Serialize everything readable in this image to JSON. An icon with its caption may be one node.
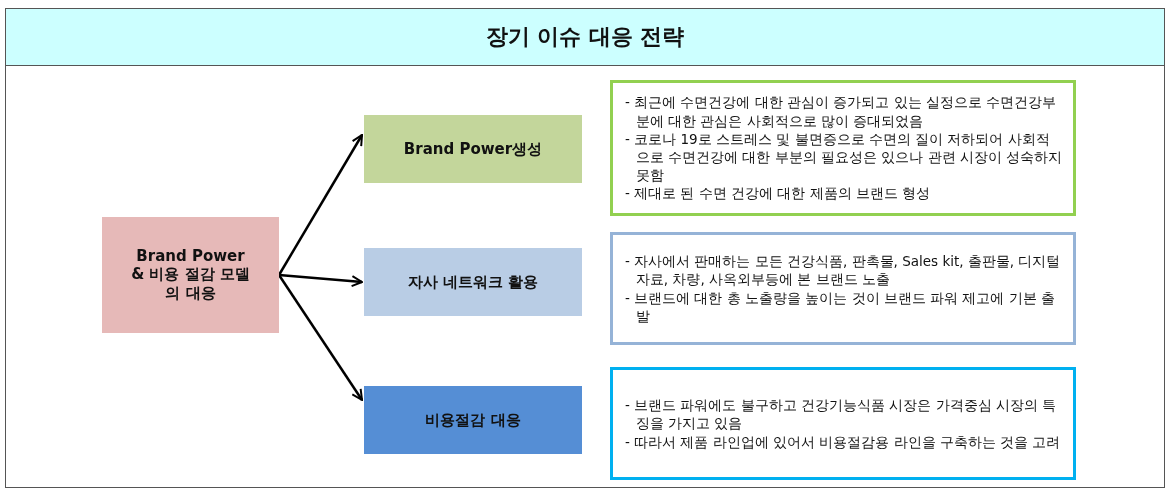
{
  "diagram": {
    "title": "장기 이슈 대응 전략",
    "nodes": [
      {
        "text": [
          "Brand Power & 비용 절감 모델의 대응"
        ]
      },
      {
        "text": [
          "Brand Power생성"
        ]
      },
      {
        "text": [
          "자사 네트워크 활용"
        ]
      },
      {
        "text": [
          "비용절감 대응"
        ]
      },
      {
        "text": [
          "- 최근에 수면건강에 대한 관심이 증가되고 있는 실정으로 수면건강부분에 대한 관심은 사회적으로 많이 증대되었음",
          "- 코로나 19로 스트레스 및 불면증으로 수면의 질이 저하되어 사회적으로 수면건강에 대한 부분의 필요성은 있으나 관련 시장이 성숙하지 못함",
          "- 제대로 된 수면 건강에 대한 제품의 브랜드 형성"
        ]
      },
      {
        "text": [
          "- 자사에서 판매하는 모든 건강식품, 판촉물, Sales kit, 출판물, 디지털자료, 차량, 사옥외부등에 본 브랜드 노출",
          "- 브랜드에 대한 총 노출량을 높이는 것이 브랜드 파워 제고에 기본 출발"
        ]
      },
      {
        "text": [
          "- 브랜드 파워에도 불구하고 건강기능식품 시장은 가격중심 시장의 특징을 가지고 있음",
          "- 따라서 제품 라인업에 있어서 비용절감용 라인을 구축하는 것을 고려"
        ]
      }
    ],
    "edges": [
      {
        "from": 0,
        "to": 1,
        "arrow": "to"
      },
      {
        "from": 0,
        "to": 2,
        "arrow": "to"
      },
      {
        "from": 0,
        "to": 3,
        "arrow": "to"
      }
    ]
  }
}
